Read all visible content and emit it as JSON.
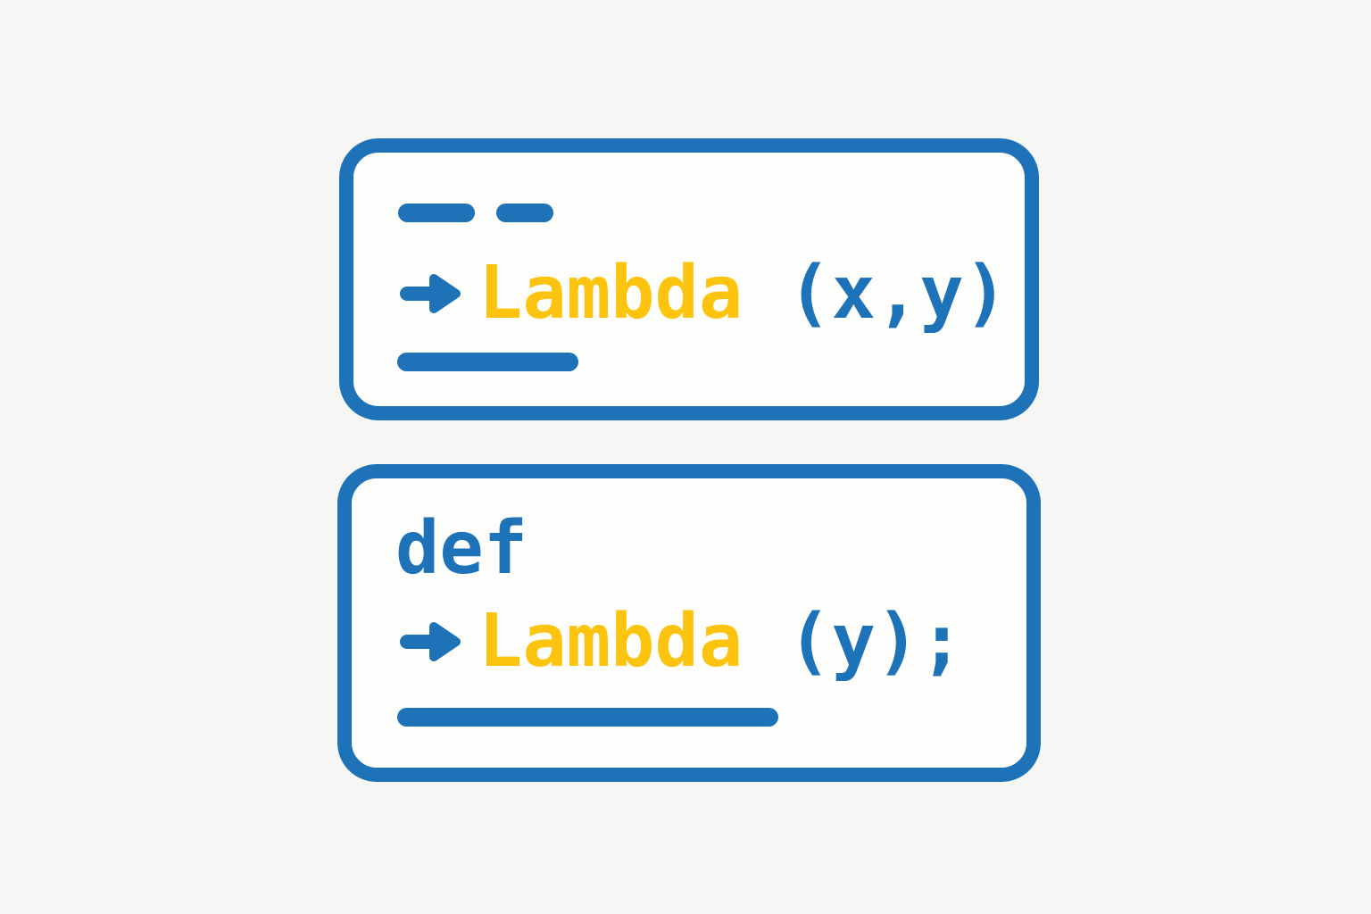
{
  "colors": {
    "blue": "#1d72b8",
    "yellow": "#fcc40e",
    "page_bg": "#f6f6f4",
    "card_bg": "#fdfdfc"
  },
  "illustration": {
    "card_lambda": {
      "placeholder_dash_count": 2,
      "line": {
        "keyword": "Lambda",
        "params": "(x,y)"
      }
    },
    "card_def": {
      "header_keyword": "def",
      "line": {
        "keyword": "Lambda",
        "params": "(y);"
      }
    }
  },
  "icons": {
    "arrow_right": "arrow-right-icon"
  }
}
